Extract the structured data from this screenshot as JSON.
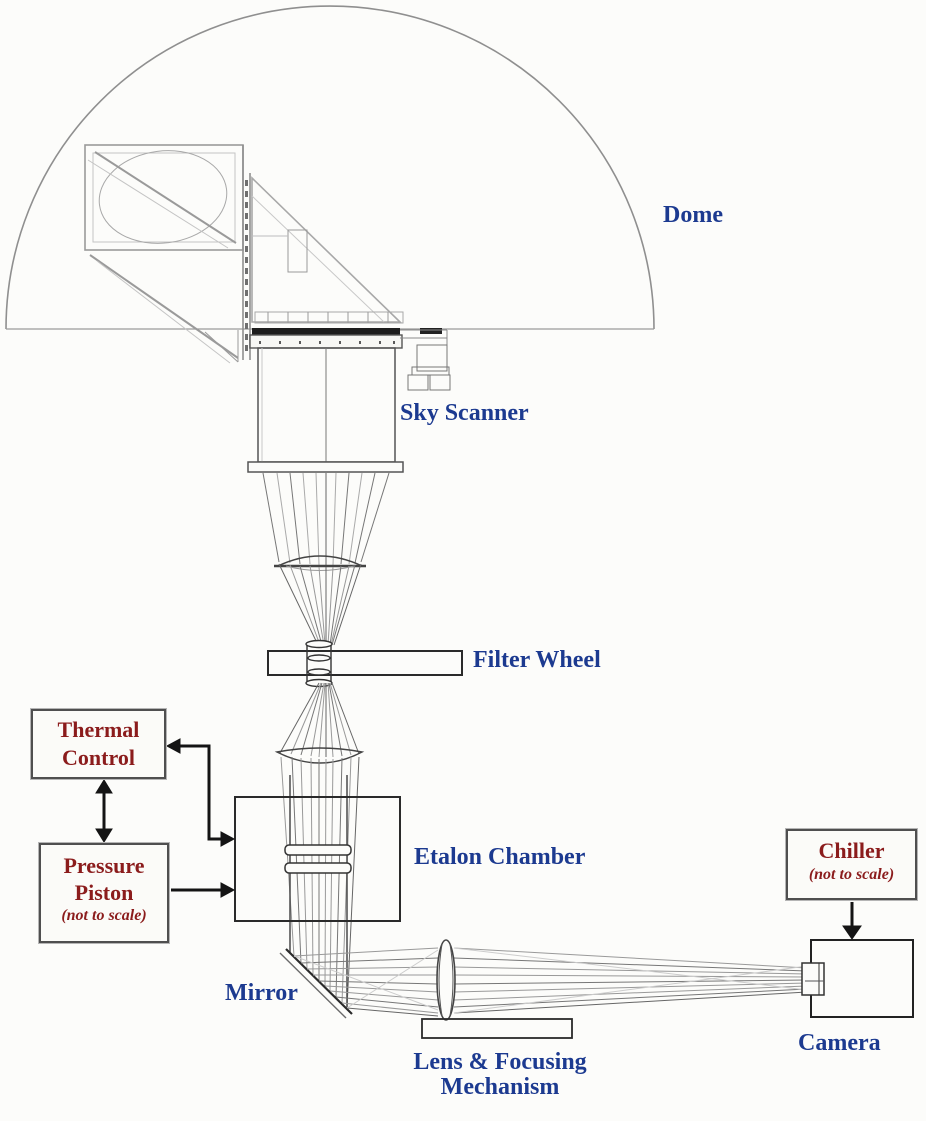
{
  "diagram": {
    "type": "optical-instrument-schematic",
    "labels": {
      "dome": "Dome",
      "sky_scanner": "Sky Scanner",
      "filter_wheel": "Filter Wheel",
      "etalon_chamber": "Etalon Chamber",
      "mirror": "Mirror",
      "lens_focusing_line1": "Lens & Focusing",
      "lens_focusing_line2": "Mechanism",
      "camera": "Camera"
    },
    "control_boxes": {
      "thermal_control": {
        "line1": "Thermal",
        "line2": "Control"
      },
      "pressure_piston": {
        "line1": "Pressure",
        "line2": "Piston",
        "note": "(not to scale)"
      },
      "chiller": {
        "title": "Chiller",
        "note": "(not to scale)"
      }
    },
    "colors": {
      "component_label_blue": "#1C3A90",
      "control_box_red": "#8B1C1C",
      "arrow_black": "#141414",
      "drawing_dark": "#2a2a2a",
      "drawing_gray": "#9a9a9a",
      "background": "#fcfcfa"
    }
  }
}
